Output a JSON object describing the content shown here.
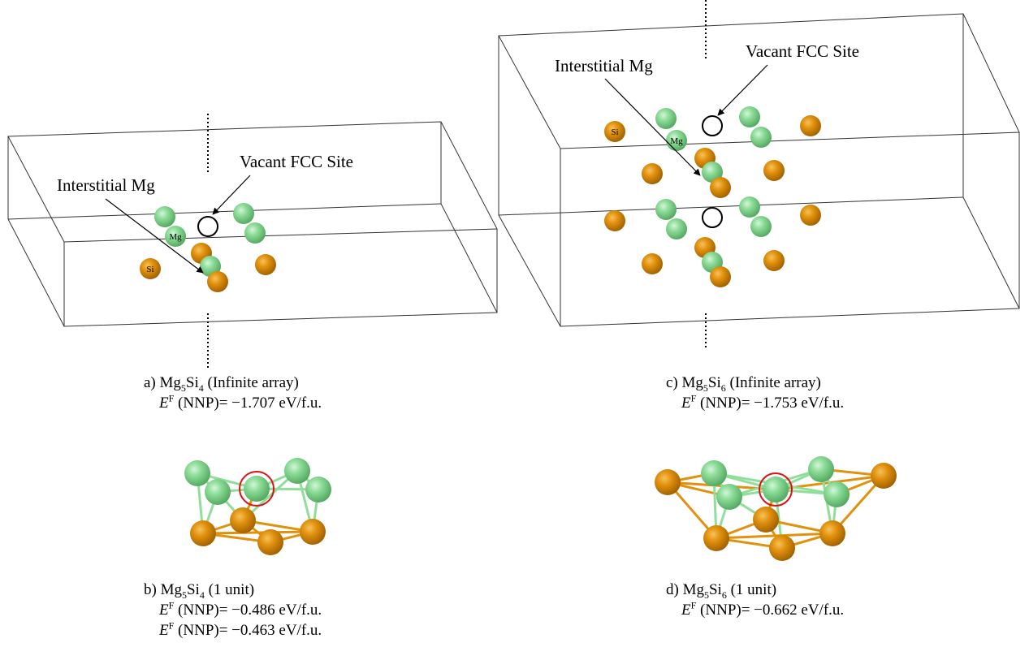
{
  "colors": {
    "mg_atom": "#7dd68a",
    "si_atom": "#e0900c",
    "vacancy_ring": "#000000",
    "highlight_ring": "#e01010",
    "mg_bond": "#8fdf9a",
    "si_bond": "#e0920e"
  },
  "panels": {
    "a": {
      "annotation_interstitial": "Interstitial Mg",
      "annotation_vacant": "Vacant FCC Site",
      "atom_label_mg": "Mg",
      "atom_label_si": "Si",
      "caption": {
        "letter": "a)",
        "el1": "Mg",
        "n1": "5",
        "el2": "Si",
        "n2": "4",
        "suffix": "(Infinite array)",
        "energy_symbol": "E",
        "energy_sup": "F",
        "energy_text": "(NNP)= −1.707 eV/f.u."
      }
    },
    "b": {
      "caption": {
        "letter": "b)",
        "el1": "Mg",
        "n1": "5",
        "el2": "Si",
        "n2": "4",
        "suffix": "(1 unit)",
        "energy_symbol": "E",
        "energy_sup": "F",
        "energy_text": "(NNP)= −0.486 eV/f.u.",
        "energy_text_2": "(NNP)= −0.463 eV/f.u."
      }
    },
    "c": {
      "annotation_interstitial": "Interstitial Mg",
      "annotation_vacant": "Vacant FCC Site",
      "atom_label_mg": "Mg",
      "atom_label_si": "Si",
      "caption": {
        "letter": "c)",
        "el1": "Mg",
        "n1": "5",
        "el2": "Si",
        "n2": "6",
        "suffix": "(Infinite array)",
        "energy_symbol": "E",
        "energy_sup": "F",
        "energy_text": "(NNP)= −1.753 eV/f.u."
      }
    },
    "d": {
      "caption": {
        "letter": "d)",
        "el1": "Mg",
        "n1": "5",
        "el2": "Si",
        "n2": "6",
        "suffix": "(1 unit)",
        "energy_symbol": "E",
        "energy_sup": "F",
        "energy_text": "(NNP)= −0.662 eV/f.u."
      }
    }
  }
}
